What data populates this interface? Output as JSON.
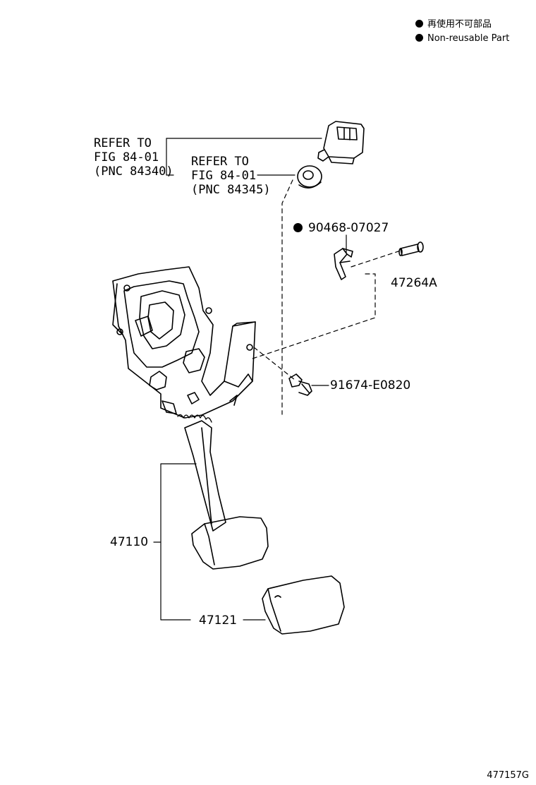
{
  "legend": {
    "jp": "再使用不可部品",
    "en": "Non-reusable Part"
  },
  "refers": {
    "r1": {
      "l1": "REFER TO",
      "l2": "FIG 84-01",
      "l3": "(PNC 84340)"
    },
    "r2": {
      "l1": "REFER TO",
      "l2": "FIG 84-01",
      "l3": "(PNC 84345)"
    }
  },
  "parts": {
    "clip": "90468-07027",
    "pin": "47264A",
    "bolt": "91674-E0820",
    "pedal": "47110",
    "pad": "47121"
  },
  "diagram_code": "477157G",
  "colors": {
    "ink": "#000000",
    "paper": "#ffffff"
  }
}
